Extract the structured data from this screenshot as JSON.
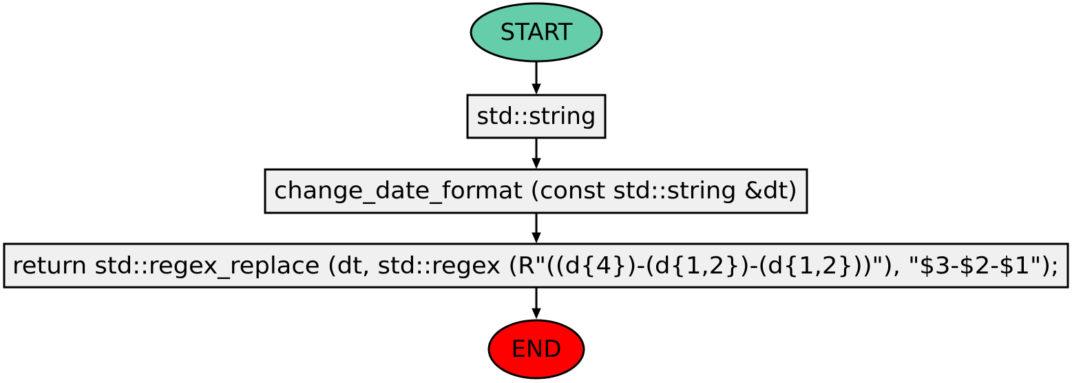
{
  "nodes": {
    "start": {
      "label": "START",
      "shape": "ellipse",
      "fill": "#66cdaa"
    },
    "type_decl": {
      "label": "std::string",
      "shape": "rect",
      "fill": "#f0f0f0"
    },
    "func_sig": {
      "label": "change_date_format (const std::string &dt)",
      "shape": "rect",
      "fill": "#f0f0f0"
    },
    "return_stmt": {
      "label": "return std::regex_replace (dt, std::regex (R\"((d{4})-(d{1,2})-(d{1,2}))\"), \"$3-$2-$1\");",
      "shape": "rect",
      "fill": "#f0f0f0"
    },
    "end": {
      "label": "END",
      "shape": "ellipse",
      "fill": "#ff0000"
    }
  },
  "edges": [
    {
      "from": "start",
      "to": "type_decl"
    },
    {
      "from": "type_decl",
      "to": "func_sig"
    },
    {
      "from": "func_sig",
      "to": "return_stmt"
    },
    {
      "from": "return_stmt",
      "to": "end"
    }
  ],
  "colors": {
    "stroke": "#000000",
    "background": "#ffffff"
  }
}
